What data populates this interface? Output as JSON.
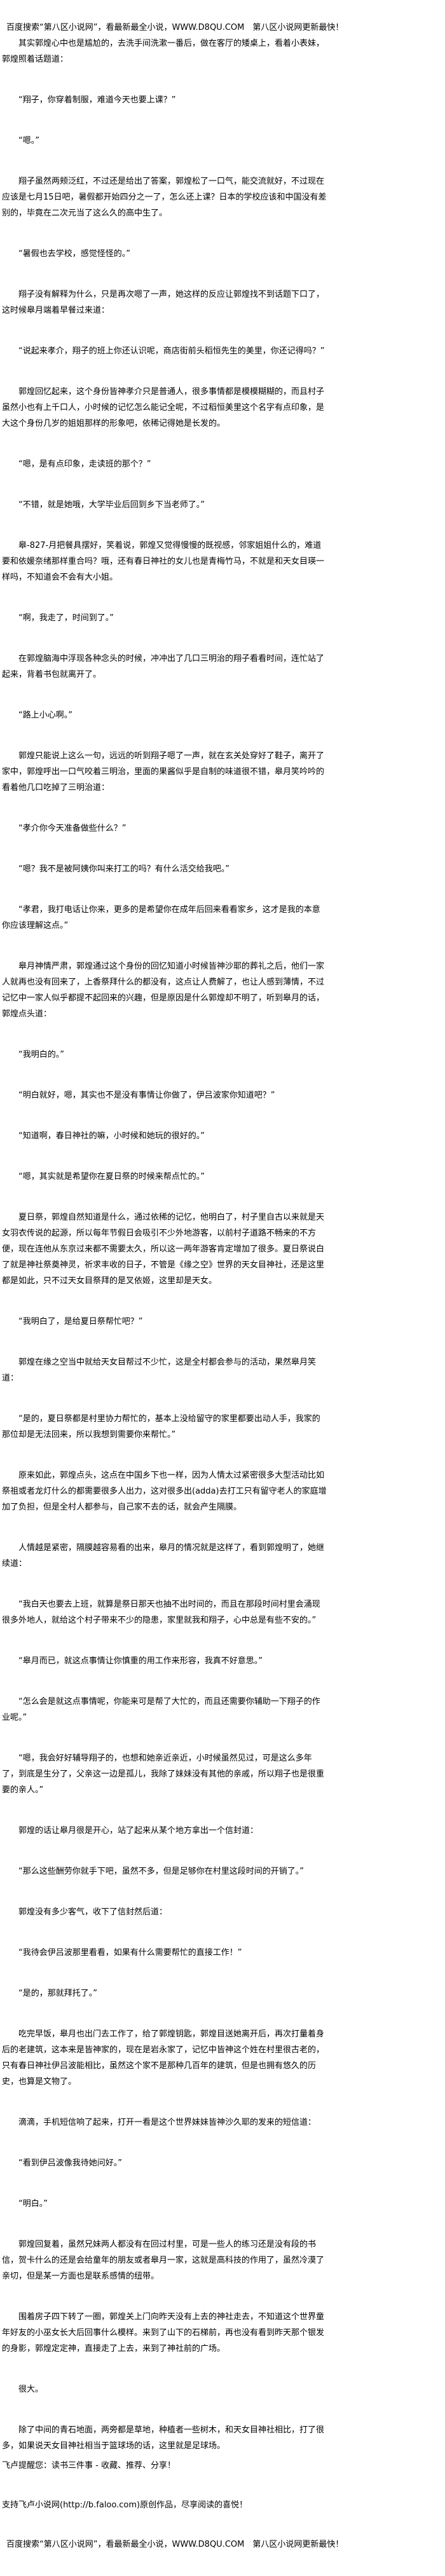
{
  "header": {
    "banner": "百度搜索“第八区小说网”，看最新最全小说，WWW.D8QU.COM　第八区小说网更新最快！"
  },
  "paragraphs": [
    "其实郭煌心中也是尴尬的，去洗手间洗漱一番后，做在客厅的矮桌上，看着小表妹，郭煌照着话题道：",
    "“翔子，你穿着制服，难道今天也要上课？”",
    "“嗯。”",
    "翔子虽然两颊泛红，不过还是给出了答案，郭煌松了一口气，能交流就好，不过现在应该是七月15日吧，暑假都开始四分之一了，怎么还上课？日本的学校应该和中国没有差别的，毕竟在二次元当了这么久的高中生了。",
    "“暑假也去学校，感觉怪怪的。”",
    "翔子没有解释为什么，只是再次嗯了一声，她这样的反应让郭煌找不到话题下口了，这时候皋月端着早餐过来道：",
    "“说起来孝介，翔子的班上你还认识呢，商店街前头稻恒先生的美里，你还记得吗？”",
    "郭煌回忆起来，这个身份皆神孝介只是普通人，很多事情都是模模糊糊的，而且村子虽然小也有上千口人，小时候的记忆怎么能记全呢，不过稻恒美里这个名字有点印象，是大这个身份几岁的姐姐那样的形象吧，依稀记得她是长发的。",
    "“嗯，是有点印象，走读班的那个？”",
    "“不错，就是她哦，大学毕业后回到乡下当老师了。”",
    "皋-827-月把餐具摆好，笑着说，郭煌又觉得慢慢的既视感，邻家姐姐什么的，难道要和依媛奈绪那样重合吗？哦，还有春日神社的女儿也是青梅竹马，不就是和天女目瑛一样吗，不知道会不会有大小姐。",
    "“啊，我走了，时间到了。”",
    "在郭煌脑海中浮现各种念头的时候，冲冲出了几口三明治的翔子看看时间，连忙站了起来，背着书包就离开了。",
    "“路上小心啊。”",
    "郭煌只能说上这么一句，远远的听到翔子嗯了一声，就在玄关处穿好了鞋子，离开了家中，郭煌呼出一口气咬着三明治，里面的果酱似乎是自制的味道很不错，皋月笑吟吟的看着他几口吃掉了三明治道：",
    "“孝介你今天准备做些什么？”",
    "“嗯？我不是被阿姨你叫来打工的吗？有什么活交给我吧。”",
    "“孝君，我打电话让你来，更多的是希望你在成年后回来看看家乡，这才是我的本意你应该理解这点。”",
    "皋月神情严肃，郭煌通过这个身份的回忆知道小时候皆神沙耶的葬礼之后，他们一家人就再也没有回来了，上香祭拜什么的都没有，这点让人费解了，也让人感到薄情，不过记忆中一家人似乎都提不起回来的兴趣，但是原因是什么郭煌却不明了，听到皋月的话，郭煌点头道：",
    "“我明白的。”",
    "“明白就好，嗯，其实也不是没有事情让你做了，伊吕波家你知道吧？”",
    "“知道啊，春日神社的嘛，小时候和她玩的很好的。”",
    "“嗯，其实就是希望你在夏日祭的时候来帮点忙的。”",
    "夏日祭，郭煌自然知道是什么，通过依稀的记忆，他明白了，村子里自古以来就是天女羽衣传说的起源，所以每年节假日会吸引不少外地游客，以前村子道路不畅来的不方便，现在连他从东京过来都不需要太久，所以这一两年游客肯定增加了很多。夏日祭说白了就是神社祭奠神灵，祈求丰收的日子，不管是《缘之空》世界的天女目神社，还是这里都是如此，只不过天女目祭拜的是叉依姬，这里却是天女。",
    "“我明白了，是给夏日祭帮忙吧？”",
    "郭煌在缘之空当中就给天女目帮过不少忙，这是全村都会参与的活动，果然皋月笑道：",
    "“是的，夏日祭都是村里协力帮忙的，基本上没给留守的家里都要出动人手，我家的那位却是无法回来，所以我想到需要你来帮忙。”",
    "原来如此，郭煌点头，这点在中国乡下也一样，因为人情太过紧密很多大型活动比如祭祖或者龙灯什么的都需要很多人出力，这对很多出(adda)去打工只有留守老人的家庭增加了负担，但是全村人都参与，自己家不去的话，就会产生隔膜。",
    "人情越是紧密，隔膜越容易看的出来，皋月的情况就是这样了，看到郭煌明了，她继续道：",
    "“我白天也要去上班，就算是祭日那天也抽不出时间的，而且在那段时间村里会涌现很多外地人，就给这个村子带来不少的隐患，家里就我和翔子，心中总是有些不安的。”",
    "“皋月而已，就这点事情让你慎重的用工作来形容，我真不好意思。”",
    "“怎么会是就这点事情呢，你能来可是帮了大忙的，而且还需要你辅助一下翔子的作业呢。”",
    "“嗯，我会好好辅导翔子的，也想和她亲近亲近，小时候虽然见过，可是这么多年了，到底是生分了，父亲这一边是孤儿，我除了妹妹没有其他的亲戚，所以翔子也是很重要的亲人。”",
    "郭煌的话让皋月很是开心，站了起来从某个地方拿出一个信封道：",
    "“那么这些酬劳你就手下吧，虽然不多，但是足够你在村里这段时间的开销了。”",
    "郭煌没有多少客气，收下了信封然后道：",
    "“我待会伊吕波那里看看，如果有什么需要帮忙的直接工作！”",
    "“是的，那就拜托了。”",
    "吃完早饭，皋月也出门去工作了，给了郭煌钥匙，郭煌目送她离开后，再次打量着身后的老建筑，这本来是皆神家的，现在是岩永家了，记忆中皆神这个姓在村里很古老的，只有春日神社伊吕波能相比，虽然这个家不是那种几百年的建筑，但是也拥有悠久的历史，也算是文物了。",
    "滴滴，手机短信响了起来，打开一看是这个世界妹妹皆神沙久耶的发来的短信道：",
    "“看到伊吕波像我待她问好。”",
    "“明白。”",
    "郭煌回复着，虽然兄妹两人都没有在回过村里，可是一些人的练习还是没有段的书信，贺卡什么的还是会给童年的朋友或者皋月一家，这就是高科技的作用了，虽然冷漠了亲切，但是某一方面也是联系感情的纽带。",
    "围着房子四下转了一圈，郭煌关上门向昨天没有上去的神社走去，不知道这个世界童年好友的小巫女长大后回事什么模样。来到了山下的石梯前，再也没有看到昨天那个银发的身影，郭煌定定神，直接走了上去，来到了神社前的广场。",
    "很大。",
    "除了中间的青石地面，两旁都是草地，种植者一些树木，和天女目神社相比，打了很多，如果说天女目神社相当于篮球场的话，这里就是足球场。"
  ],
  "footer": {
    "reminder": "飞卢提醒您：读书三件事 - 收藏、推荐、分享！",
    "support": "支持飞卢小说网(http://b.faloo.com)原创作品，尽享阅读的喜悦！",
    "banner": "百度搜索“第八区小说网”，看最新最全小说，WWW.D8QU.COM　第八区小说网更新最快！"
  }
}
